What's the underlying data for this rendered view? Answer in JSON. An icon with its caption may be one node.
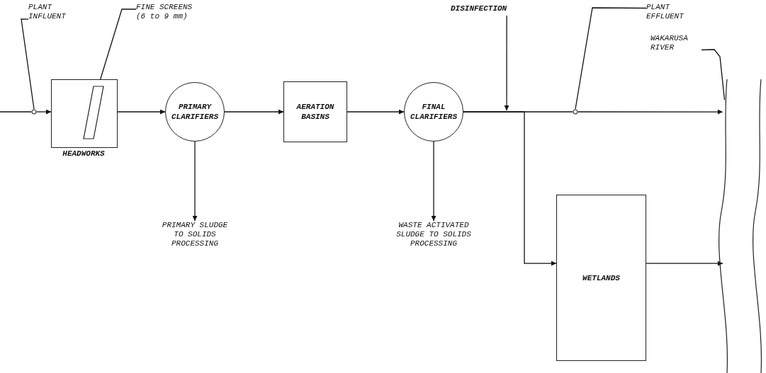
{
  "diagram": {
    "nodes": [
      {
        "text": [
          "PLANT INFLUENT"
        ]
      },
      {
        "text": [],
        "shape": "circle"
      },
      {
        "text": [
          "HEADWORKS"
        ]
      },
      {
        "text": [
          "FINE SCREENS (6 to 9 mm)"
        ]
      },
      {
        "text": [],
        "shape": "bar",
        "in": 2
      },
      {
        "text": [
          "PRIMARY CLARIFIERS"
        ]
      },
      {
        "text": [
          "AERATION BASINS"
        ]
      },
      {
        "text": [
          "FINAL CLARIFIERS"
        ]
      },
      {
        "text": [
          "DISINFECTION"
        ]
      },
      {
        "text": [
          "PRIMARY SLUDGE TO SOLIDS PROCESSING"
        ]
      },
      {
        "text": [
          "WASTE ACTIVATED SLUDGE TO SOLIDS PROCESSING"
        ]
      },
      {
        "text": [
          "PLANT EFFLUENT"
        ]
      },
      {
        "text": [],
        "shape": "circle"
      },
      {
        "text": [
          "WAKARUSA RIVER"
        ]
      },
      {
        "text": [],
        "shape": "band"
      },
      {
        "text": [
          "WETLANDS"
        ]
      }
    ],
    "edges": [
      {
        "from": 0,
        "to": 1,
        "arrow": "none"
      },
      {
        "from": null,
        "to": 1,
        "arrow": "none"
      },
      {
        "from": 1,
        "to": 2,
        "arrow": "to"
      },
      {
        "from": 3,
        "to": 4,
        "arrow": "none"
      },
      {
        "from": 2,
        "to": 5,
        "arrow": "to"
      },
      {
        "from": 5,
        "to": 6,
        "arrow": "to"
      },
      {
        "from": 6,
        "to": 7,
        "arrow": "to"
      },
      {
        "from": 5,
        "to": 9,
        "arrow": "to"
      },
      {
        "from": 7,
        "to": 10,
        "arrow": "to"
      },
      {
        "from": 8,
        "to": null,
        "arrow": "to"
      },
      {
        "from": 7,
        "to": 12,
        "arrow": "none"
      },
      {
        "from": 12,
        "to": 14,
        "arrow": "to"
      },
      {
        "from": 7,
        "to": 15,
        "arrow": "to"
      },
      {
        "from": 11,
        "to": 12,
        "arrow": "none"
      },
      {
        "from": 15,
        "to": 14,
        "arrow": "to"
      },
      {
        "from": 13,
        "to": 14,
        "arrow": "none"
      }
    ]
  }
}
